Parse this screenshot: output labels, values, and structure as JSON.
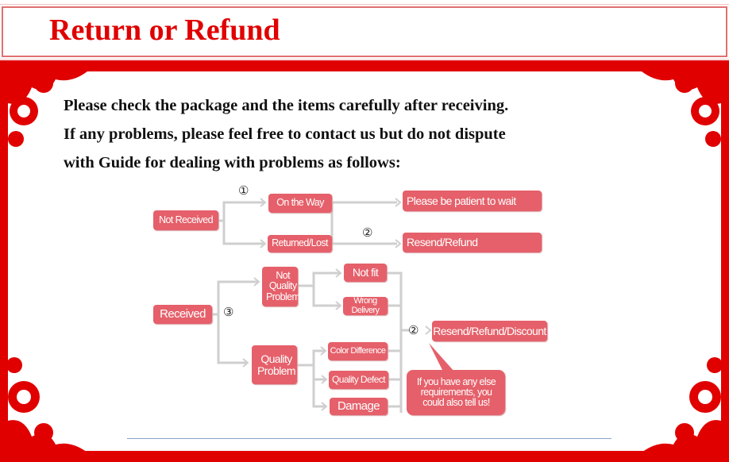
{
  "header": {
    "title": "Return or Refund"
  },
  "intro": [
    "Please check the package and the items carefully after receiving.",
    "If any problems, please feel free to contact us but do not dispute",
    "with Guide for dealing with problems as follows:"
  ],
  "flow": {
    "not_received": "Not Received",
    "on_the_way": "On the Way",
    "returned_lost": "Returned/Lost",
    "patient": "Please be patient to wait",
    "resend_refund": "Resend/Refund",
    "received": "Received",
    "not_quality": "Not Quality Problem",
    "not_fit": "Not fit",
    "wrong_delivery": "Wrong Delivery",
    "quality": "Quality Problem",
    "color_diff": "Color Difference",
    "quality_defect": "Quality Defect",
    "damage": "Damage",
    "resend_refund_discount": "Resend/Refund/Discount",
    "note": "If you have any else requirements, you could also tell us!",
    "n1": "①",
    "n2a": "②",
    "n3": "③",
    "n2b": "②"
  },
  "colors": {
    "frame": "#e00000",
    "box": "#e5606a",
    "line": "#cfcfcf"
  }
}
